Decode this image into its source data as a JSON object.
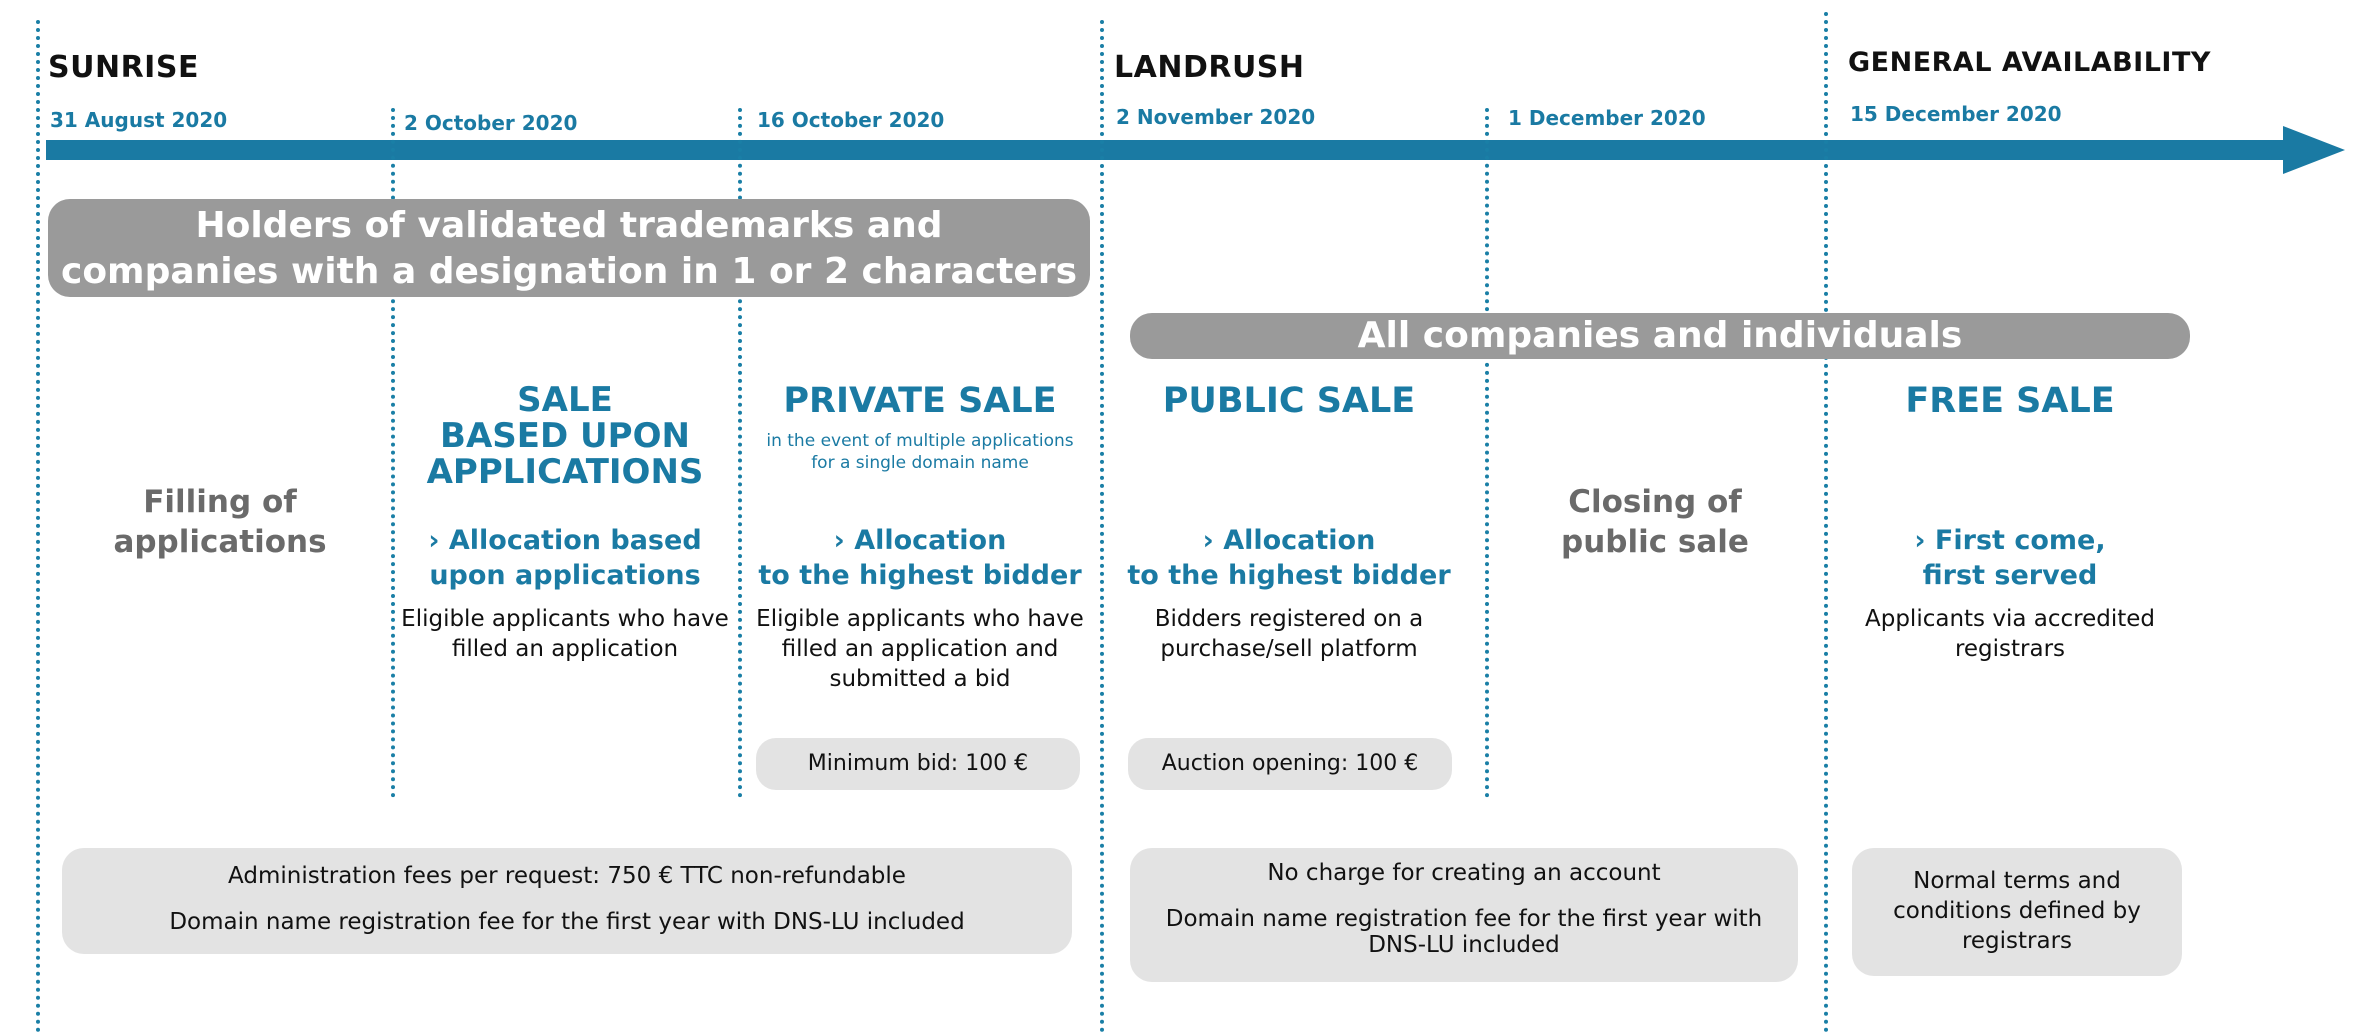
{
  "phases": {
    "sunrise": "SUNRISE",
    "landrush": "LANDRUSH",
    "general": "GENERAL AVAILABILITY"
  },
  "dates": {
    "d1": "31 August 2020",
    "d2": "2 October 2020",
    "d3": "16 October 2020",
    "d4": "2 November 2020",
    "d5": "1 December 2020",
    "d6": "15 December 2020"
  },
  "banners": {
    "holders_line1": "Holders of validated trademarks and",
    "holders_line2": "companies with a designation in 1 or 2 characters",
    "all": "All companies and individuals"
  },
  "columns": {
    "filling": {
      "line1": "Filling of",
      "line2": "applications"
    },
    "sale_applications": {
      "title": [
        "SALE",
        "BASED UPON",
        "APPLICATIONS"
      ],
      "allocation": [
        "› Allocation based",
        "upon applications"
      ],
      "body": [
        "Eligible applicants who have",
        "filled an application"
      ]
    },
    "private_sale": {
      "title": "PRIVATE SALE",
      "note": [
        "in the event of multiple applications",
        "for a single domain name"
      ],
      "allocation": [
        "› Allocation",
        "to the highest bidder"
      ],
      "body": [
        "Eligible applicants who have",
        "filled an application and",
        "submitted a bid"
      ],
      "pill": "Minimum bid: 100 €"
    },
    "public_sale": {
      "title": "PUBLIC SALE",
      "allocation": [
        "› Allocation",
        "to the highest bidder"
      ],
      "body": [
        "Bidders registered on a",
        "purchase/sell platform"
      ],
      "pill": "Auction opening: 100 €"
    },
    "closing": {
      "line1": "Closing of",
      "line2": "public sale"
    },
    "free_sale": {
      "title": "FREE SALE",
      "allocation": [
        "› First come,",
        "first served"
      ],
      "body": [
        "Applicants via accredited",
        "registrars"
      ]
    }
  },
  "fees": {
    "sunrise": [
      "Administration fees per request: 750 € TTC non-refundable",
      "Domain name registration fee for the first year with DNS-LU included"
    ],
    "landrush": [
      "No charge for creating an account",
      "Domain name registration fee for the first year with",
      "DNS-LU included"
    ],
    "general": [
      "Normal terms and",
      "conditions defined by",
      "registrars"
    ]
  },
  "colors": {
    "accent": "#1a7aa3",
    "banner": "#9a9a9a",
    "pill": "#e3e3e3"
  }
}
